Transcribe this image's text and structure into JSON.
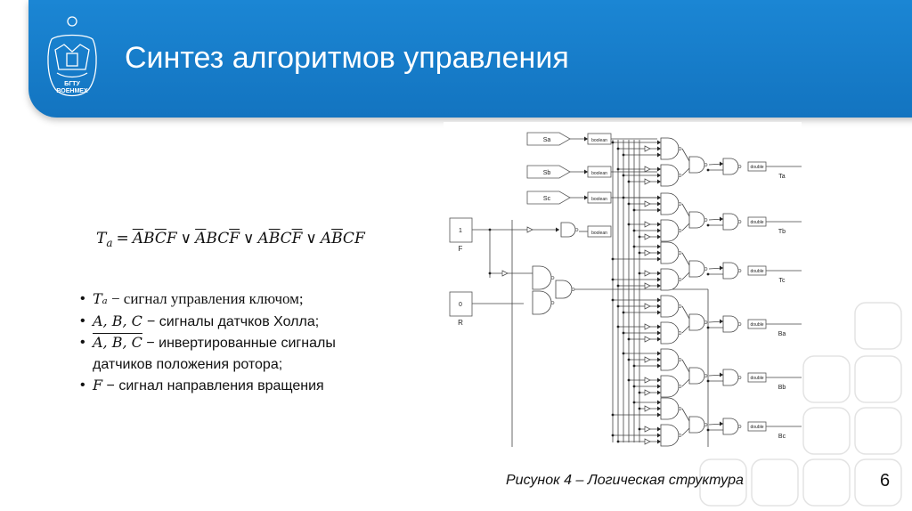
{
  "header": {
    "title": "Синтез алгоритмов управления",
    "logo_text": [
      "БГТУ",
      "ВОЕНМЕХ"
    ],
    "color": "#1a7fcc"
  },
  "formula": {
    "lhs": "T",
    "lhs_sub": "a",
    "eq": "=",
    "or": "∨",
    "terms": [
      [
        {
          "c": "A",
          "bar": true
        },
        {
          "c": "B",
          "bar": false
        },
        {
          "c": "C",
          "bar": true
        },
        {
          "c": "F",
          "bar": false
        }
      ],
      [
        {
          "c": "A",
          "bar": true
        },
        {
          "c": "B",
          "bar": false
        },
        {
          "c": "C",
          "bar": false
        },
        {
          "c": "F",
          "bar": true
        }
      ],
      [
        {
          "c": "A",
          "bar": false
        },
        {
          "c": "B",
          "bar": true
        },
        {
          "c": "C",
          "bar": false
        },
        {
          "c": "F",
          "bar": true
        }
      ],
      [
        {
          "c": "A",
          "bar": false
        },
        {
          "c": "B",
          "bar": true
        },
        {
          "c": "C",
          "bar": false
        },
        {
          "c": "F",
          "bar": false
        }
      ]
    ]
  },
  "bullets": [
    {
      "math": "Tₐ",
      "text": " − сигнал управления ключом;",
      "serif": true
    },
    {
      "math": "A, B, C ",
      "text": " − сигналы датчков Холла;"
    },
    {
      "math": "A, B, C",
      "bar": true,
      "text": " − инвертированные сигналы",
      "cont": "датчиков положения ротора;"
    },
    {
      "math": "F",
      "text": " − сигнал направления вращения"
    }
  ],
  "diagram": {
    "sources": [
      "Sa",
      "Sb",
      "Sc"
    ],
    "convert_in": "boolean",
    "convert_out": "double",
    "constants": [
      {
        "value": "1",
        "label": "F"
      },
      {
        "value": "0",
        "label": "R"
      }
    ],
    "outputs": [
      "Ta",
      "Tb",
      "Tc",
      "Ba",
      "Bb",
      "Bc"
    ]
  },
  "caption": "Рисунок 4 – Логическая структура",
  "page_number": "6"
}
